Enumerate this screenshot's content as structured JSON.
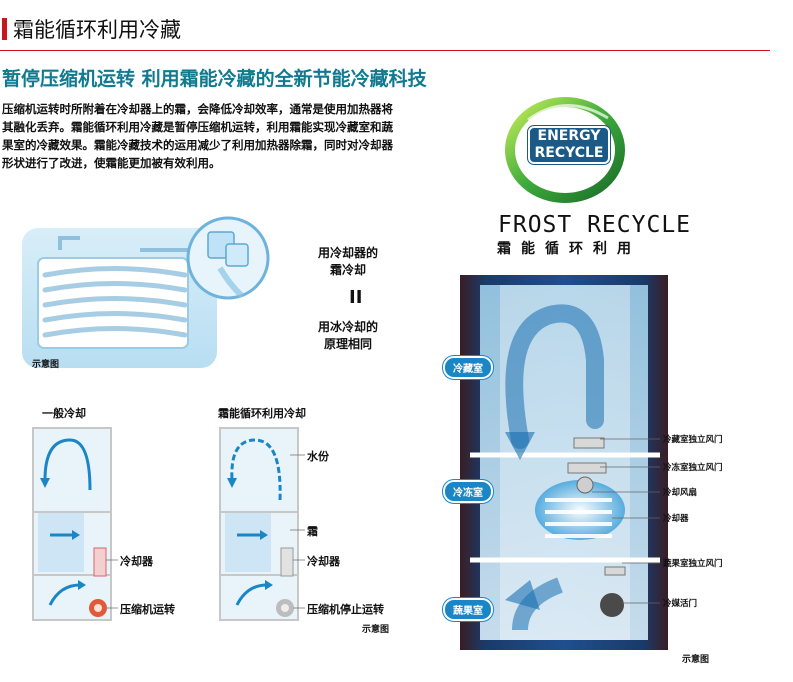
{
  "header": {
    "title": "霜能循环利用冷藏"
  },
  "headline": "暂停压缩机运转  利用霜能冷藏的全新节能冷藏科技",
  "intro_paragraph": "压缩机运转时所附着在冷却器上的霜，会降低冷却效率，通常是使用加热器将其融化丢弃。霜能循环利用冷藏是暂停压缩机运转，利用霜能实现冷藏室和蔬果室的冷藏效果。霜能冷藏技术的运用减少了利用加热器除霜，同时对冷却器形状进行了改进，使霜能更加被有效利用。",
  "principle": {
    "frost_cooling": "用冷却器的\n霜冷却",
    "equals": "II",
    "ice_cooling": "用冰冷却的\n原理相同"
  },
  "schematic_label": "示意图",
  "diagram_normal": {
    "title": "一般冷却",
    "cooler_label": "冷却器",
    "compressor_label": "压缩机运转"
  },
  "diagram_frost": {
    "title": "霜能循环利用冷却",
    "water_label": "水份",
    "frost_label": "霜",
    "cooler_label": "冷却器",
    "compressor_label": "压缩机停止运转"
  },
  "logo": {
    "line1": "ENERGY",
    "line2": "RECYCLE"
  },
  "frost_recycle": {
    "title": "FROST RECYCLE",
    "subtitle": "霜能循环利用"
  },
  "fridge": {
    "compartments": [
      "冷藏室",
      "冷冻室",
      "蔬果室"
    ],
    "right_labels": [
      "冷藏室独立风门",
      "冷冻室独立风门",
      "冷却风扇",
      "冷却器",
      "蔬果室独立风门",
      "冷媒活门"
    ]
  },
  "colors": {
    "accent_red": "#c8161d",
    "headline_teal": "#0f7a90",
    "flow_blue": "#1a86c6"
  }
}
